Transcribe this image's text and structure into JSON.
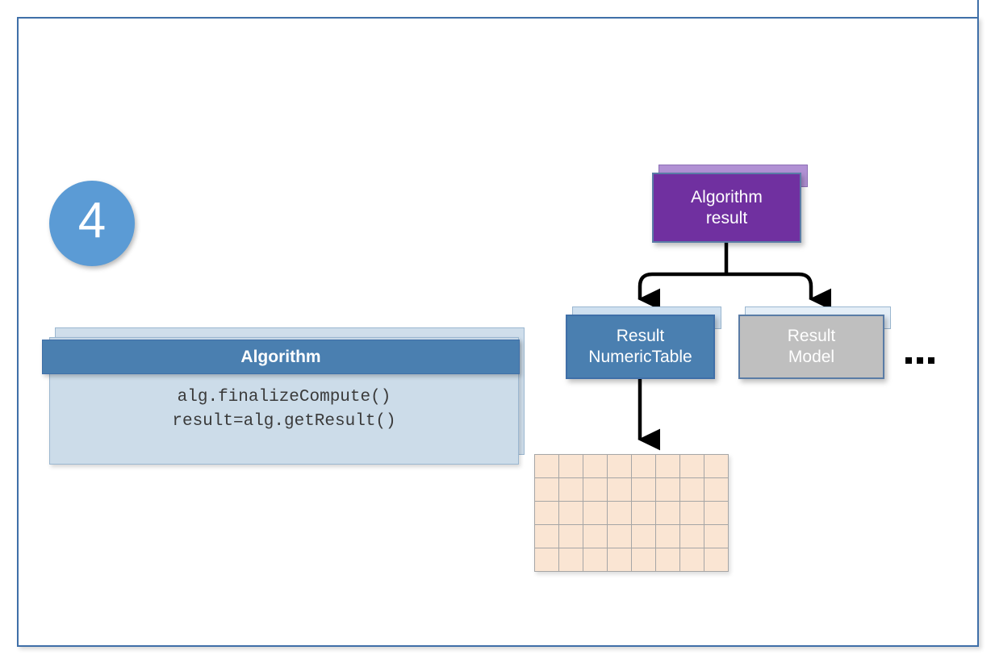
{
  "slide": {
    "step_number": "4",
    "accent_blue": "#4a7fb0",
    "badge_blue": "#5b9bd5",
    "purple": "#7030a0",
    "gray": "#bfbfbf",
    "table_peach": "#fae5d3",
    "frame_border": "#3f6fa8"
  },
  "algorithm_card": {
    "header_label": "Algorithm",
    "code_lines": [
      "alg.finalizeCompute()",
      "result=alg.getResult()"
    ]
  },
  "algorithm_result": {
    "line1": "Algorithm",
    "line2": "result"
  },
  "result_numerictable": {
    "line1": "Result",
    "line2": "NumericTable"
  },
  "result_model": {
    "line1": "Result",
    "line2": "Model"
  },
  "more_indicator": {
    "label": "..."
  },
  "numeric_table_grid": {
    "columns": 8,
    "rows": 5
  }
}
